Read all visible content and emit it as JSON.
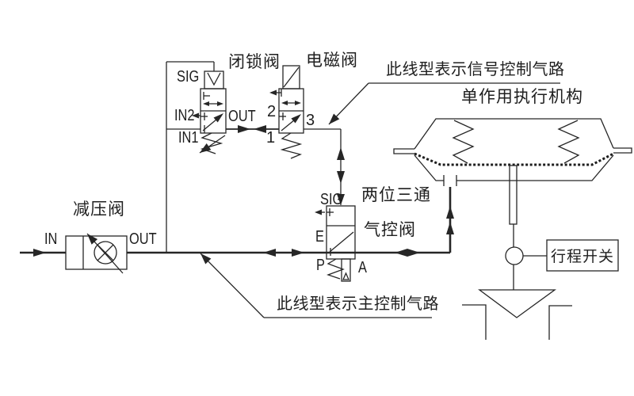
{
  "diagram": {
    "labels": {
      "lock_valve": "闭锁阀",
      "solenoid_valve": "电磁阀",
      "signal_line_note": "此线型表示信号控制气路",
      "actuator": "单作用执行机构",
      "reducing_valve": "减压阀",
      "pilot_valve_line1": "两位三通",
      "pilot_valve_line2": "气控阀",
      "main_line_note": "此线型表示主控制气路",
      "travel_switch": "行程开关"
    },
    "ports": {
      "lock_sig": "SIG",
      "lock_in2": "IN2",
      "lock_out": "OUT",
      "lock_in1": "IN1",
      "sol_port2": "2",
      "sol_port3": "3",
      "sol_port1": "1",
      "line_in": "IN",
      "reducer_out": "OUT",
      "pilot_sig": "SIG",
      "pilot_e": "E",
      "pilot_p": "P",
      "pilot_a": "A"
    },
    "colors": {
      "line": "#262626",
      "background": "#ffffff"
    }
  }
}
